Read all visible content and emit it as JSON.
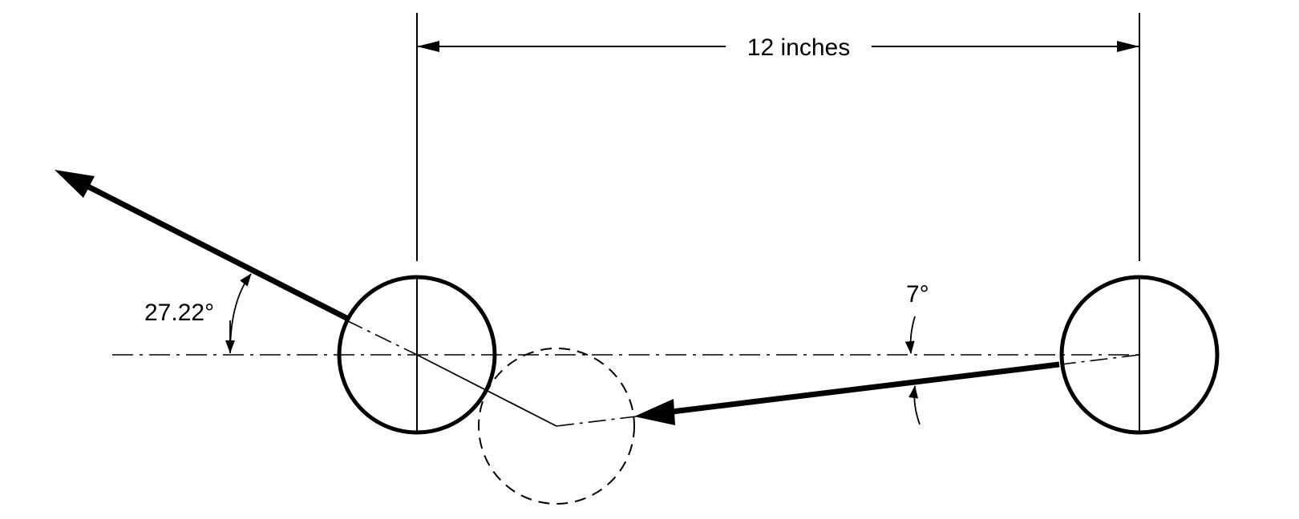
{
  "diagram": {
    "colors": {
      "ink": "#000000",
      "background": "#ffffff"
    },
    "labels": {
      "distance": "12 inches",
      "left_angle": "27.22°",
      "right_angle": "7°"
    }
  }
}
